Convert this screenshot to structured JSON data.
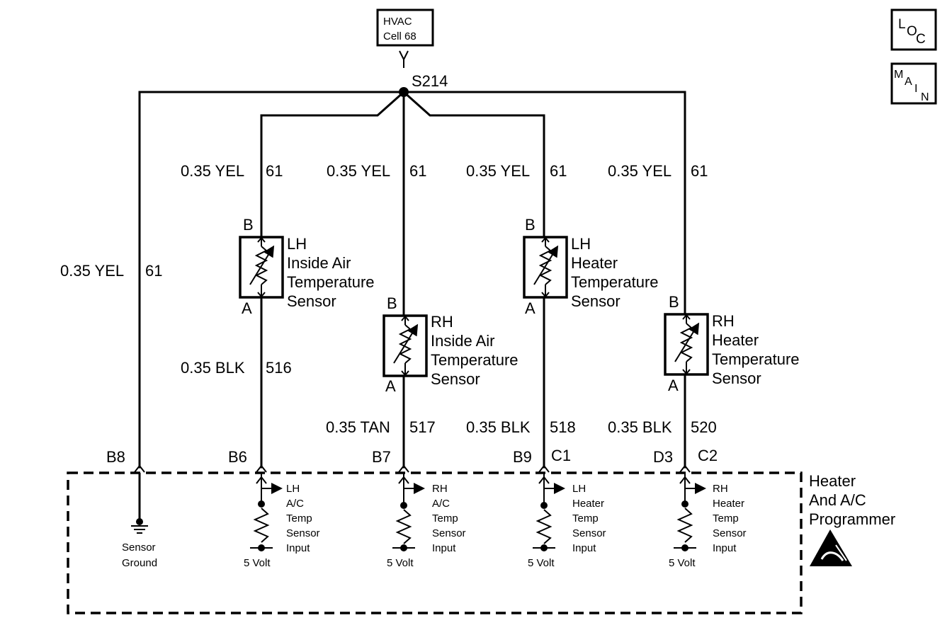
{
  "hvac_ref": {
    "line1": "HVAC",
    "line2": "Cell 68"
  },
  "splice": "S214",
  "nav": {
    "loc": {
      "l": "L",
      "o": "O",
      "c": "C"
    },
    "main": {
      "m": "M",
      "a": "A",
      "i": "I",
      "n": "N"
    }
  },
  "feed_wires": [
    {
      "gauge": "0.35 YEL",
      "circuit": "61"
    },
    {
      "gauge": "0.35 YEL",
      "circuit": "61"
    },
    {
      "gauge": "0.35 YEL",
      "circuit": "61"
    },
    {
      "gauge": "0.35 YEL",
      "circuit": "61"
    },
    {
      "gauge": "0.35 YEL",
      "circuit": "61"
    }
  ],
  "sensors": [
    {
      "pin_b": "B",
      "pin_a": "A",
      "lines": [
        "LH",
        "Inside Air",
        "Temperature",
        "Sensor"
      ]
    },
    {
      "pin_b": "B",
      "pin_a": "A",
      "lines": [
        "RH",
        "Inside Air",
        "Temperature",
        "Sensor"
      ]
    },
    {
      "pin_b": "B",
      "pin_a": "A",
      "lines": [
        "LH",
        "Heater",
        "Temperature",
        "Sensor"
      ]
    },
    {
      "pin_b": "B",
      "pin_a": "A",
      "lines": [
        "RH",
        "Heater",
        "Temperature",
        "Sensor"
      ]
    }
  ],
  "return_wires": [
    {
      "gauge": "0.35 BLK",
      "circuit": "516"
    },
    {
      "gauge": "0.35 TAN",
      "circuit": "517"
    },
    {
      "gauge": "0.35 BLK",
      "circuit": "518"
    },
    {
      "gauge": "0.35 BLK",
      "circuit": "520"
    }
  ],
  "connectors": [
    {
      "left": "B8",
      "right": ""
    },
    {
      "left": "B6",
      "right": ""
    },
    {
      "left": "B7",
      "right": ""
    },
    {
      "left": "B9",
      "right": "C1"
    },
    {
      "left": "D3",
      "right": "C2"
    }
  ],
  "module": {
    "lines": [
      "Heater",
      "And A/C",
      "Programmer"
    ]
  },
  "ground": {
    "lines": [
      "Sensor",
      "Ground"
    ]
  },
  "inputs": [
    {
      "lines": [
        "LH",
        "A/C",
        "Temp",
        "Sensor",
        "Input"
      ],
      "supply": "5 Volt"
    },
    {
      "lines": [
        "RH",
        "A/C",
        "Temp",
        "Sensor",
        "Input"
      ],
      "supply": "5 Volt"
    },
    {
      "lines": [
        "LH",
        "Heater",
        "Temp",
        "Sensor",
        "Input"
      ],
      "supply": "5 Volt"
    },
    {
      "lines": [
        "RH",
        "Heater",
        "Temp",
        "Sensor",
        "Input"
      ],
      "supply": "5 Volt"
    }
  ]
}
